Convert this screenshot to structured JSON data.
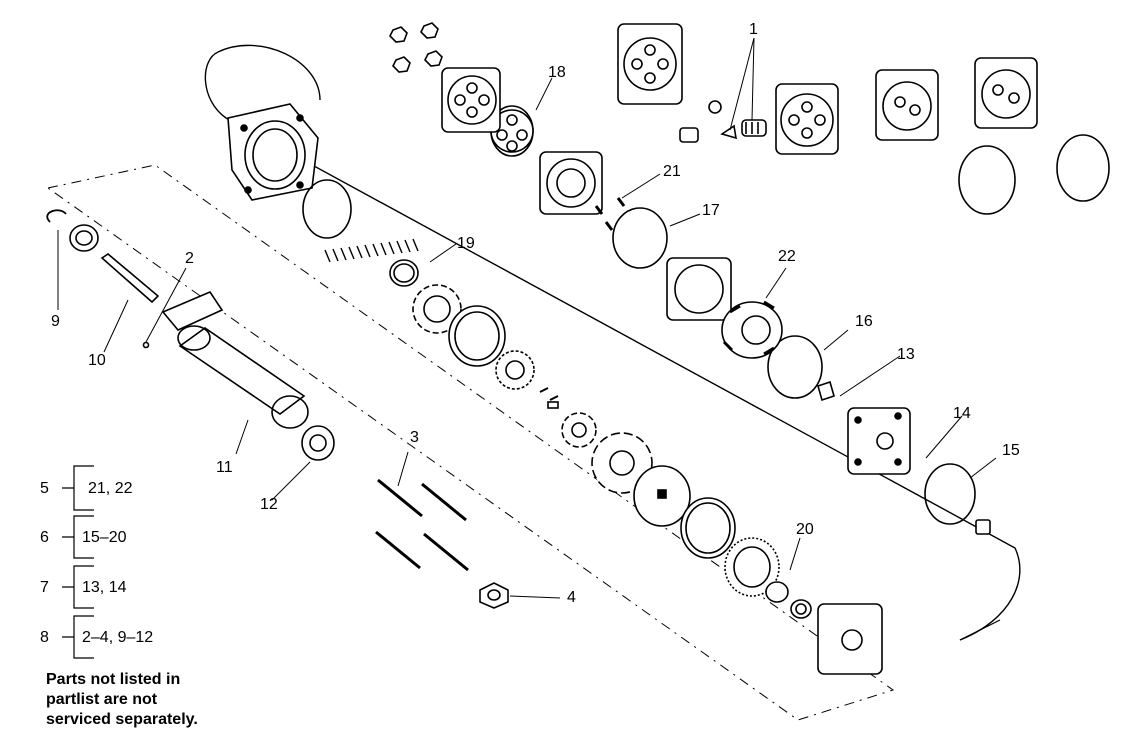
{
  "callouts": {
    "c1": "1",
    "c2": "2",
    "c3": "3",
    "c4": "4",
    "c9": "9",
    "c10": "10",
    "c11": "11",
    "c12": "12",
    "c13": "13",
    "c14": "14",
    "c15": "15",
    "c16": "16",
    "c17": "17",
    "c18": "18",
    "c19": "19",
    "c20": "20",
    "c21": "21",
    "c22": "22"
  },
  "kits": [
    {
      "number": "5",
      "contents": "21, 22"
    },
    {
      "number": "6",
      "contents": "15–20"
    },
    {
      "number": "7",
      "contents": "13, 14"
    },
    {
      "number": "8",
      "contents": "2–4, 9–12"
    }
  ],
  "note": {
    "line1": "Parts not listed in",
    "line2": "partlist are not",
    "line3": "serviced separately."
  }
}
